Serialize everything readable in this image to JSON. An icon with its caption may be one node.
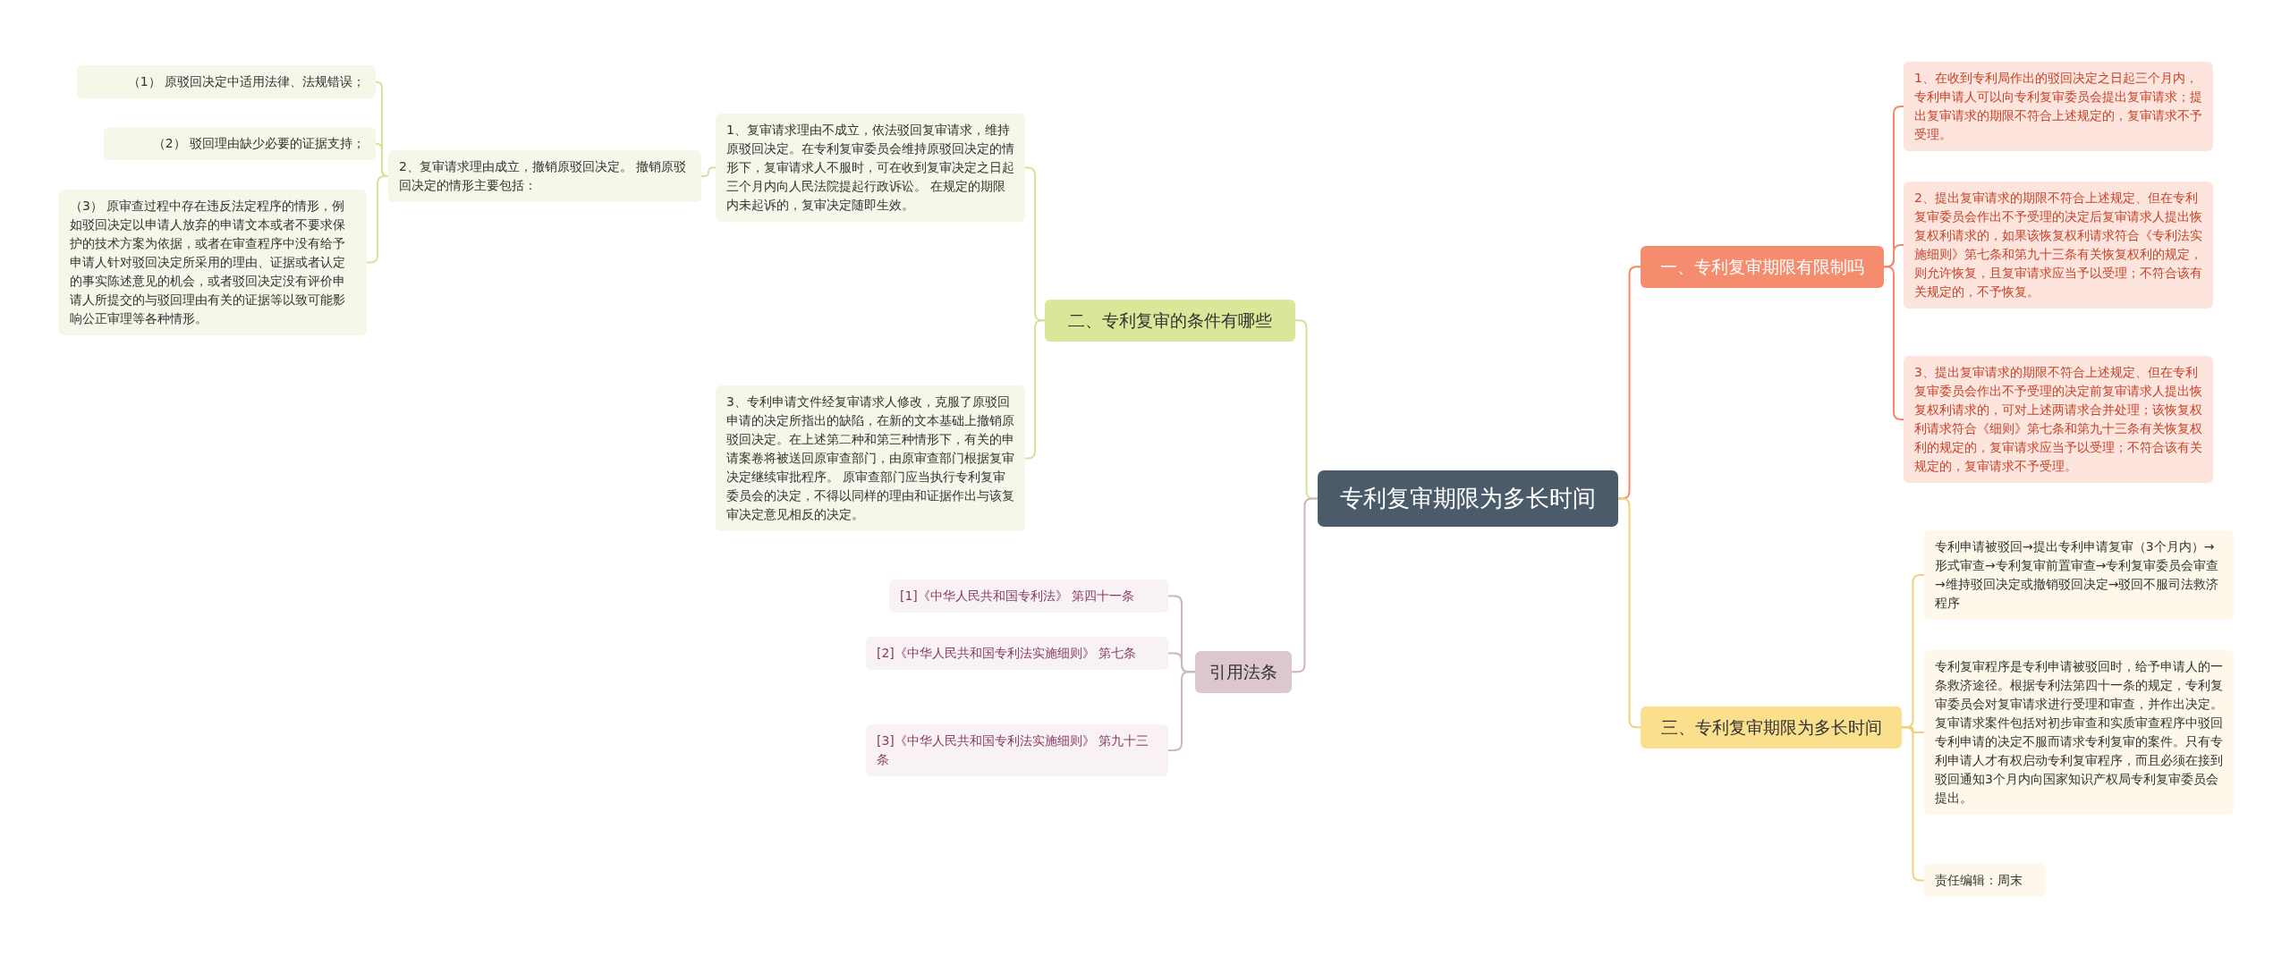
{
  "diagram": {
    "nodes": [
      {
        "text": [
          "专利复审期限为多长时间"
        ]
      },
      {
        "text": [
          "一、专利复审期限有限制吗"
        ]
      },
      {
        "text": [
          "1、在收到专利局作出的驳回决定之日起三个月内，专利申请人可以向专利复审委员会提出复审请求；提出复审请求的期限不符合上述规定的，复审请求不予受理。"
        ]
      },
      {
        "text": [
          "2、提出复审请求的期限不符合上述规定、但在专利复审委员会作出不予受理的决定后复审请求人提出恢复权利请求的，如果该恢复权利请求符合《专利法实施细则》第七条和第九十三条有关恢复权利的规定，则允许恢复，且复审请求应当予以受理；不符合该有关规定的，不予恢复。"
        ]
      },
      {
        "text": [
          "3、提出复审请求的期限不符合上述规定、但在专利复审委员会作出不予受理的决定前复审请求人提出恢复权利请求的，可对上述两请求合并处理；该恢复权利请求符合《细则》第七条和第九十三条有关恢复权利的规定的，复审请求应当予以受理；不符合该有关规定的，复审请求不予受理。"
        ]
      },
      {
        "text": [
          "三、专利复审期限为多长时间"
        ]
      },
      {
        "text": [
          "专利申请被驳回→提出专利申请复审（3个月内）→形式审查→专利复审前置审查→专利复审委员会审查→维持驳回决定或撤销驳回决定→驳回不服司法救济程序"
        ]
      },
      {
        "text": [
          "专利复审程序是专利申请被驳回时，给予申请人的一条救济途径。根据专利法第四十一条的规定，专利复审委员会对复审请求进行受理和审查，并作出决定。复审请求案件包括对初步审查和实质审查程序中驳回专利申请的决定不服而请求专利复审的案件。只有专利申请人才有权启动专利复审程序，而且必须在接到驳回通知3个月内向国家知识产权局专利复审委员会提出。"
        ]
      },
      {
        "text": [
          "责任编辑：周末"
        ]
      },
      {
        "text": [
          "二、专利复审的条件有哪些"
        ]
      },
      {
        "text": [
          "1、复审请求理由不成立，依法驳回复审请求，维持原驳回决定。在专利复审委员会维持原驳回决定的情形下，复审请求人不服时，可在收到复审决定之日起三个月内向人民法院提起行政诉讼。 在规定的期限内未起诉的，复审决定随即生效。"
        ]
      },
      {
        "text": [
          "2、复审请求理由成立，撤销原驳回决定。 撤销原驳回决定的情形主要包括："
        ]
      },
      {
        "text": [
          "（1） 原驳回决定中适用法律、法规错误；"
        ]
      },
      {
        "text": [
          "（2） 驳回理由缺少必要的证据支持；"
        ]
      },
      {
        "text": [
          "（3） 原审查过程中存在违反法定程序的情形，例如驳回决定以申请人放弃的申请文本或者不要求保护的技术方案为依据，或者在审查程序中没有给予申请人针对驳回决定所采用的理由、证据或者认定的事实陈述意见的机会，或者驳回决定没有评价申请人所提交的与驳回理由有关的证据等以致可能影响公正审理等各种情形。"
        ]
      },
      {
        "text": [
          "3、专利申请文件经复审请求人修改，克服了原驳回申请的决定所指出的缺陷，在新的文本基础上撤销原驳回决定。在上述第二种和第三种情形下，有关的申请案卷将被送回原审查部门，由原审查部门根据复审决定继续审批程序。 原审查部门应当执行专利复审委员会的决定，不得以同样的理由和证据作出与该复审决定意见相反的决定。"
        ]
      },
      {
        "text": [
          "引用法条"
        ]
      },
      {
        "text": [
          "[1]《中华人民共和国专利法》 第四十一条"
        ]
      },
      {
        "text": [
          "[2]《中华人民共和国专利法实施细则》 第七条"
        ]
      },
      {
        "text": [
          "[3]《中华人民共和国专利法实施细则》 第九十三条"
        ]
      }
    ],
    "edges": [
      {
        "from": 0,
        "to": 1,
        "arrow": "none",
        "color": "#f08a6a"
      },
      {
        "from": 1,
        "to": 2,
        "arrow": "none",
        "color": "#f08a6a"
      },
      {
        "from": 1,
        "to": 3,
        "arrow": "none",
        "color": "#f08a6a"
      },
      {
        "from": 1,
        "to": 4,
        "arrow": "none",
        "color": "#f08a6a"
      },
      {
        "from": 0,
        "to": 5,
        "arrow": "none",
        "color": "#efd27a"
      },
      {
        "from": 5,
        "to": 6,
        "arrow": "none",
        "color": "#efd27a"
      },
      {
        "from": 5,
        "to": 7,
        "arrow": "none",
        "color": "#efd27a"
      },
      {
        "from": 5,
        "to": 8,
        "arrow": "none",
        "color": "#efd27a"
      },
      {
        "from": 0,
        "to": 9,
        "arrow": "none"
      },
      {
        "from": 9,
        "to": 10,
        "arrow": "none"
      },
      {
        "from": 9,
        "to": 15,
        "arrow": "none"
      },
      {
        "from": 10,
        "to": 11,
        "arrow": "none"
      },
      {
        "from": 11,
        "to": 12,
        "arrow": "none"
      },
      {
        "from": 11,
        "to": 13,
        "arrow": "none"
      },
      {
        "from": 11,
        "to": 14,
        "arrow": "none"
      },
      {
        "from": 0,
        "to": 16,
        "arrow": "none",
        "color": "#cdb6c1"
      },
      {
        "from": 16,
        "to": 17,
        "arrow": "none",
        "color": "#cdb6c1"
      },
      {
        "from": 16,
        "to": 18,
        "arrow": "none",
        "color": "#cdb6c1"
      },
      {
        "from": 16,
        "to": 19,
        "arrow": "none",
        "color": "#cdb6c1"
      }
    ]
  }
}
